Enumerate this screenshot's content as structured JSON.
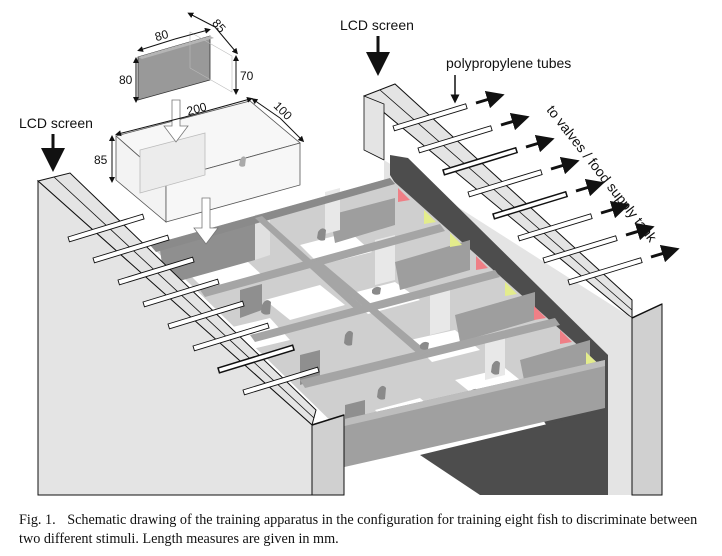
{
  "figure": {
    "labels": {
      "lcd_left": "LCD screen",
      "lcd_right": "LCD screen",
      "tubes": "polypropylene tubes",
      "destination": "to valves / food supply tank"
    },
    "dimensions": {
      "stimulus_width": "80",
      "stimulus_height": "80",
      "stimulus_depth": "85",
      "frame_height": "70",
      "compartment_length": "200",
      "compartment_depth": "100",
      "compartment_height": "85"
    },
    "counts": {
      "fish": 8,
      "tubes_per_side": 8
    },
    "colors": {
      "stimulus_red": "#ef7f86",
      "stimulus_yellow": "#e3ec8c",
      "wall_light": "#e4e4e4",
      "wall_mid": "#c9c9c9",
      "divider": "#9a9a9a",
      "dark_panel": "#4d4d4d"
    }
  },
  "caption": {
    "figure_number": "Fig. 1.",
    "text": "Schematic drawing of the training apparatus in the configuration for training eight fish to discriminate between two different stimuli. Length measures are given in mm."
  }
}
